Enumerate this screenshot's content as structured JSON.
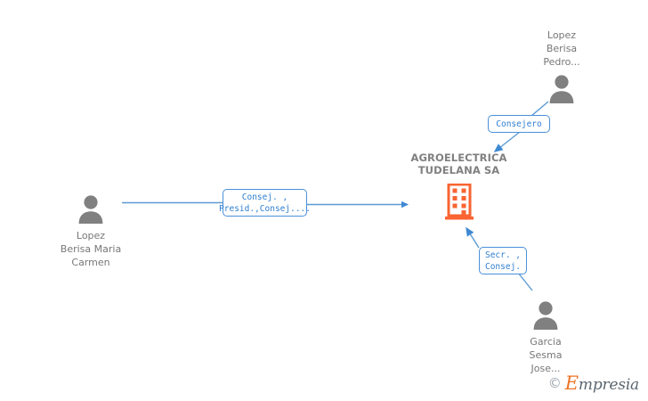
{
  "company": {
    "name": "AGROELECTRICA\nTUDELANA SA",
    "icon": "building-icon",
    "color": "#fa6432"
  },
  "persons": [
    {
      "id": "lopez-berisa-maria-carmen",
      "name": "Lopez\nBerisa Maria\nCarmen",
      "icon": "person-avatar-icon"
    },
    {
      "id": "lopez-berisa-pedro",
      "name": "Lopez\nBerisa\nPedro...",
      "icon": "person-avatar-icon"
    },
    {
      "id": "garcia-sesma-jose",
      "name": "Garcia\nSesma\nJose...",
      "icon": "person-avatar-icon"
    }
  ],
  "relations": [
    {
      "id": "rel-maria-carmen",
      "label": "Consej. ,\nPresid.,Consej...."
    },
    {
      "id": "rel-pedro",
      "label": "Consejero"
    },
    {
      "id": "rel-jose",
      "label": "Secr. ,\nConsej."
    }
  ],
  "watermark": {
    "copyright": "©",
    "first_letter": "E",
    "rest": "mpresia"
  },
  "colors": {
    "edge": "#5b9bd5",
    "label_border": "#4a90d9",
    "label_text": "#2f7fd0",
    "company_text": "#808080",
    "person_text": "#777777",
    "avatar": "#808080",
    "building": "#fa6432"
  }
}
